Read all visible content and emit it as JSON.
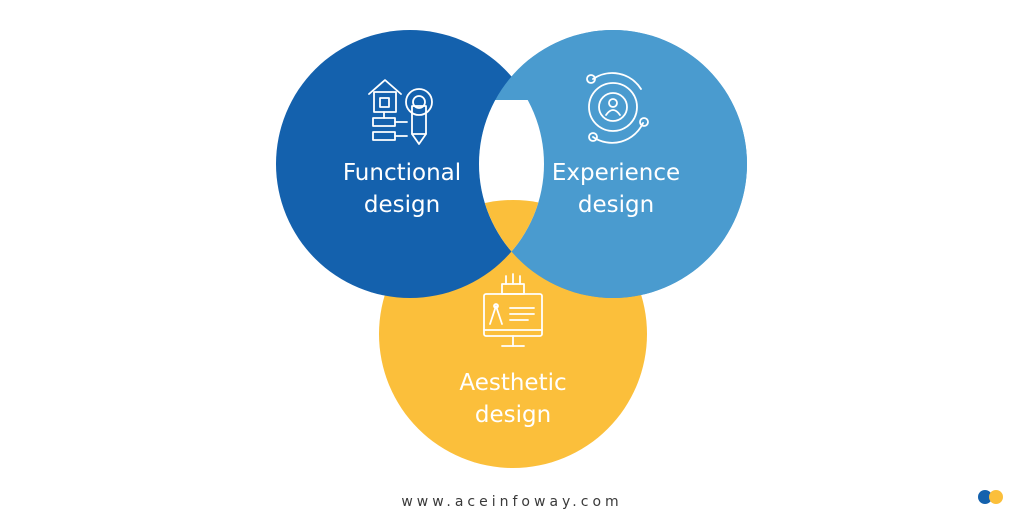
{
  "diagram": {
    "circles": [
      {
        "id": "functional",
        "label_line1": "Functional",
        "label_line2": "design",
        "color": "#1461ad",
        "icon": "house-gear-pencil-icon"
      },
      {
        "id": "experience",
        "label_line1": "Experience",
        "label_line2": "design",
        "color": "#4a9bcf",
        "icon": "user-orbit-icon"
      },
      {
        "id": "aesthetic",
        "label_line1": "Aesthetic",
        "label_line2": "design",
        "color": "#fbbf3b",
        "icon": "monitor-design-tools-icon"
      }
    ]
  },
  "footer": {
    "url": "www.aceinfoway.com"
  },
  "brand": {
    "logo_colors": [
      "#1461ad",
      "#fbbf3b"
    ],
    "logo": "aceinfoway-logo-icon"
  }
}
